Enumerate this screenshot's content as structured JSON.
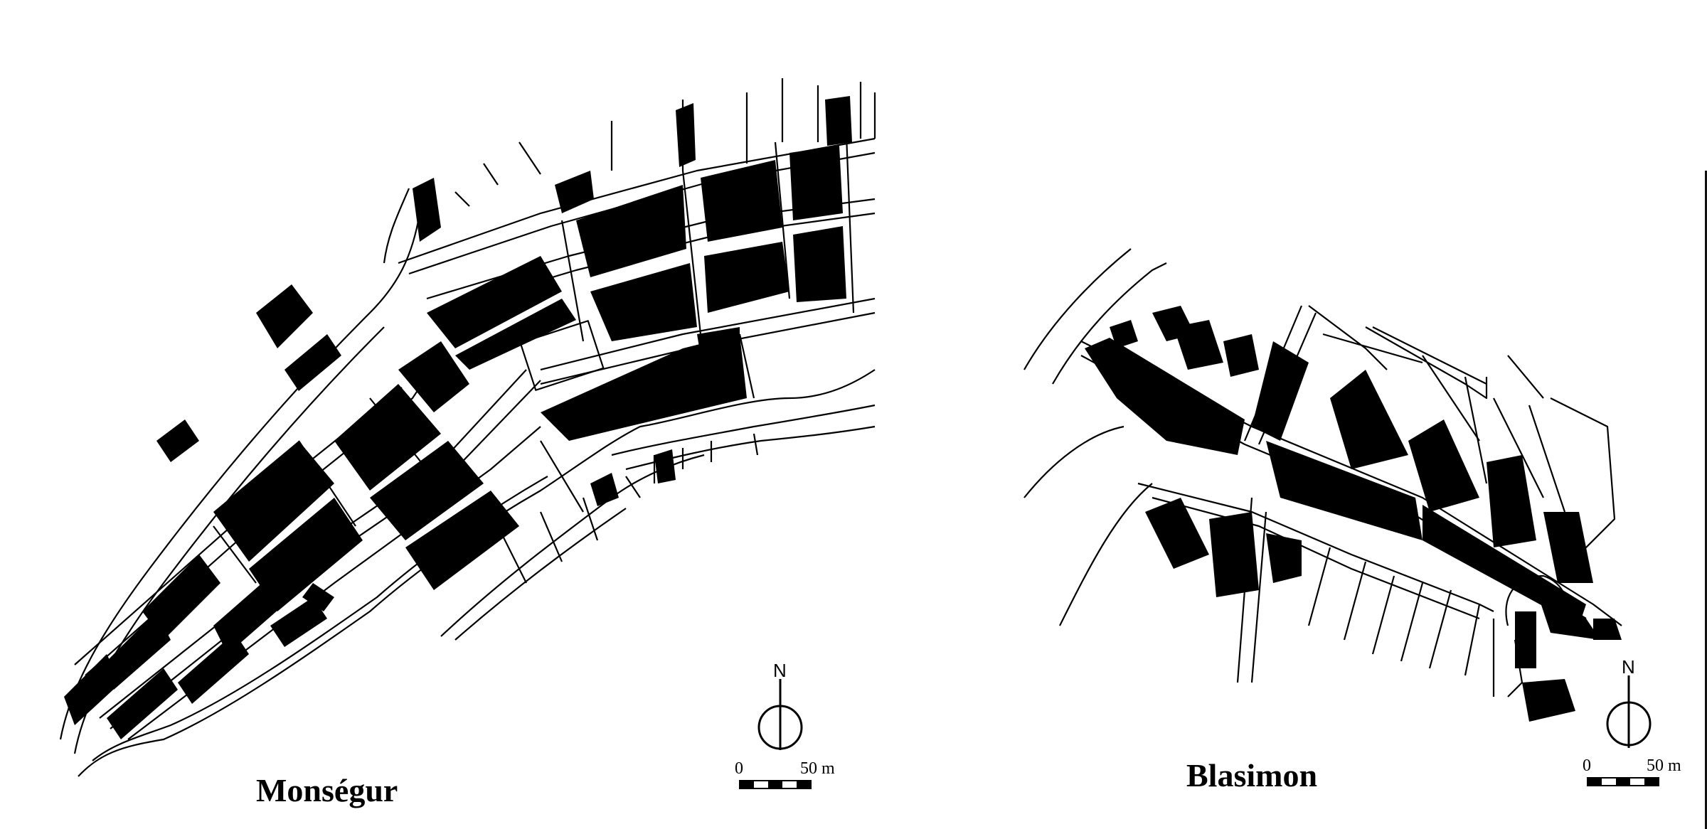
{
  "maps": [
    {
      "name": "Monségur",
      "north_label": "N",
      "scale": {
        "start_label": "0",
        "end_label": "50 m"
      }
    },
    {
      "name": "Blasimon",
      "north_label": "N",
      "scale": {
        "start_label": "0",
        "end_label": "50 m"
      }
    }
  ],
  "colors": {
    "ink": "#000000",
    "paper": "#ffffff"
  }
}
